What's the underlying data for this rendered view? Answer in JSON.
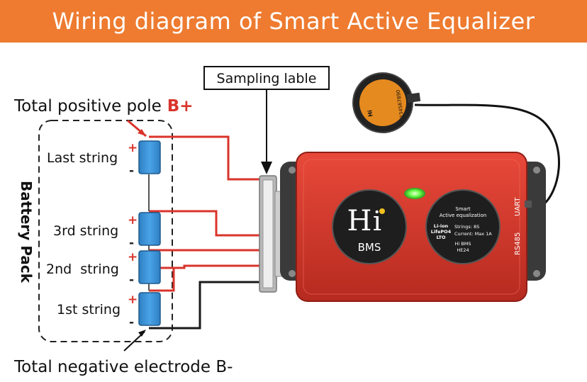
{
  "title": "Wiring diagram of Smart Active Equalizer",
  "labels": {
    "total_positive": "Total positive pole",
    "b_plus": "B+",
    "total_negative": "Total negative electrode B-",
    "battery_pack": "Battery Pack",
    "sampling_cable": "Sampling lable",
    "plus": "+",
    "minus": "-"
  },
  "strings": [
    {
      "label": "Last string"
    },
    {
      "label": "3rd string"
    },
    {
      "label": "2nd  string"
    },
    {
      "label": "1st string"
    }
  ],
  "device": {
    "logo_text": "BMS",
    "port_uart": "UART",
    "port_rs485": "RS485",
    "spec_title": "Smart",
    "spec_subtitle": "Active equalization",
    "chemistries": [
      "Li-ion",
      "LifePO4",
      "LTO"
    ],
    "strings_spec": "Strings:  8S",
    "current_spec": "Current:  Max 1A",
    "brand": "Hi BMS",
    "model": "HE24"
  },
  "bt_module": {
    "serial": "234567890"
  },
  "colors": {
    "accent": "#ee7b30",
    "wire_red": "#d9342b",
    "wire_black": "#1a1a1a",
    "device_red": "#d93a2b",
    "cell_blue": "#3b93d8",
    "led_green": "#6bff4a"
  }
}
